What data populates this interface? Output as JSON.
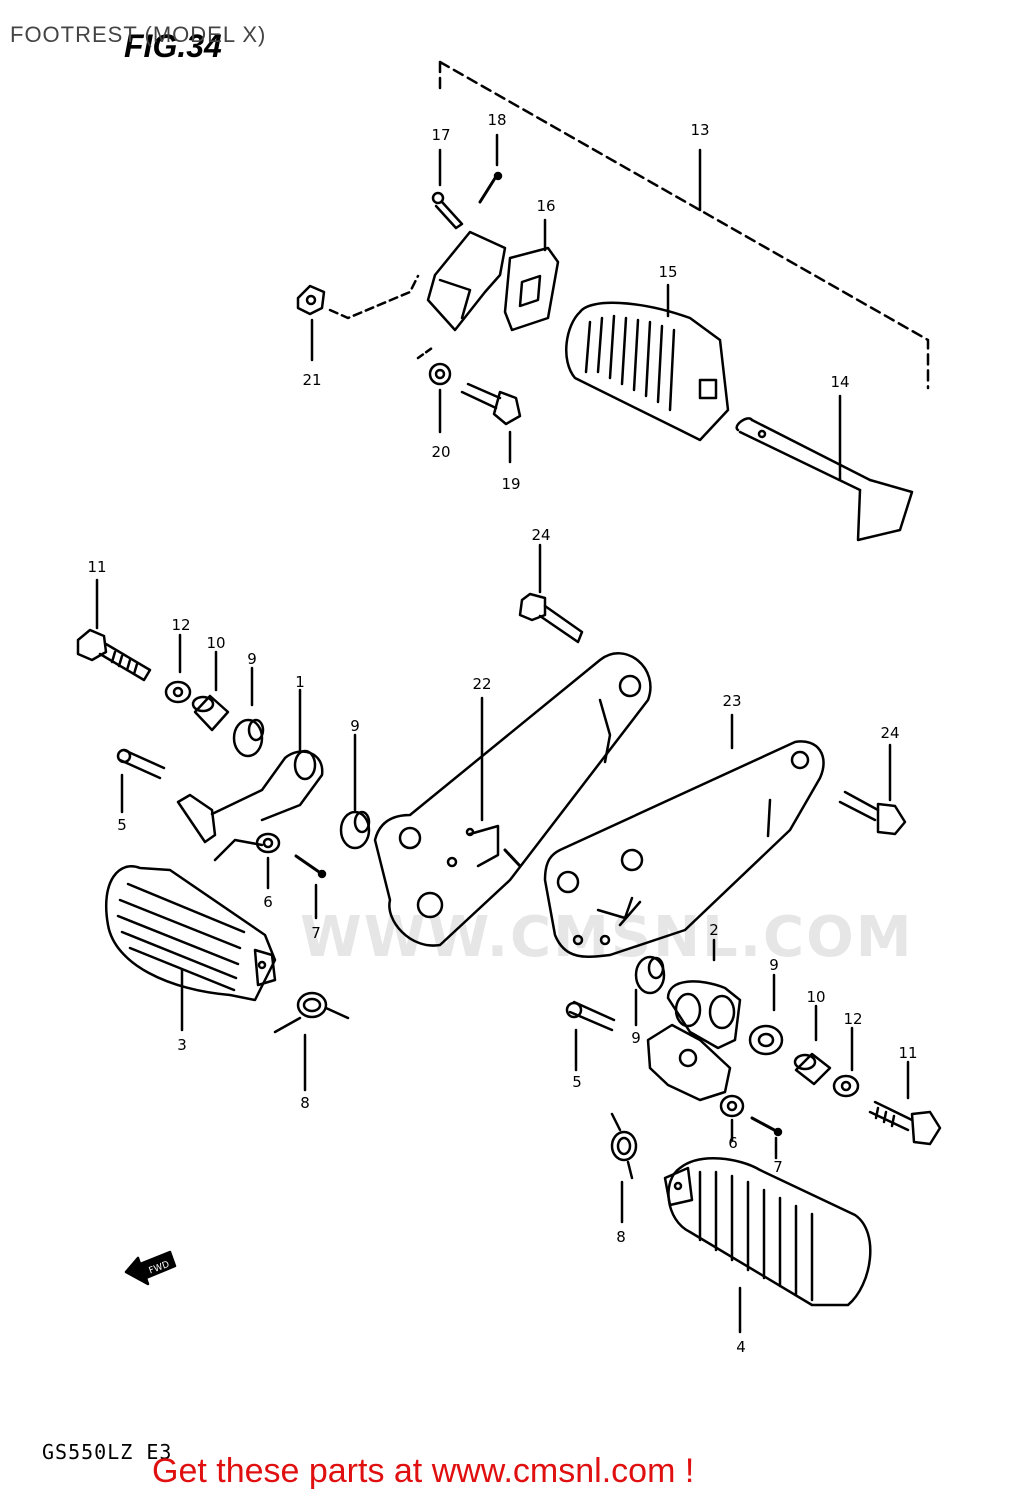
{
  "header": {
    "title": "FOOTREST (MODEL X)",
    "figure": "FIG.34"
  },
  "watermark": {
    "text": "WWW.CMSNL.COM"
  },
  "callouts": {
    "p1": "1",
    "p2": "2",
    "p3": "3",
    "p4": "4",
    "p5a": "5",
    "p5b": "5",
    "p6a": "6",
    "p6b": "6",
    "p7a": "7",
    "p7b": "7",
    "p8a": "8",
    "p8b": "8",
    "p9a": "9",
    "p9b": "9",
    "p9c": "9",
    "p9d": "9",
    "p10a": "10",
    "p10b": "10",
    "p11a": "11",
    "p11b": "11",
    "p12a": "12",
    "p12b": "12",
    "p13": "13",
    "p14": "14",
    "p15": "15",
    "p16": "16",
    "p17": "17",
    "p18": "18",
    "p19": "19",
    "p20": "20",
    "p21": "21",
    "p22": "22",
    "p23": "23",
    "p24a": "24",
    "p24b": "24"
  },
  "direction_arrow": {
    "label": "FWD"
  },
  "footer": {
    "model_code": "GS550LZ E3",
    "promo": "Get these parts at www.cmsnl.com !"
  },
  "colors": {
    "line": "#000000",
    "promo": "#e01010",
    "watermark": "#e6e6e6"
  }
}
